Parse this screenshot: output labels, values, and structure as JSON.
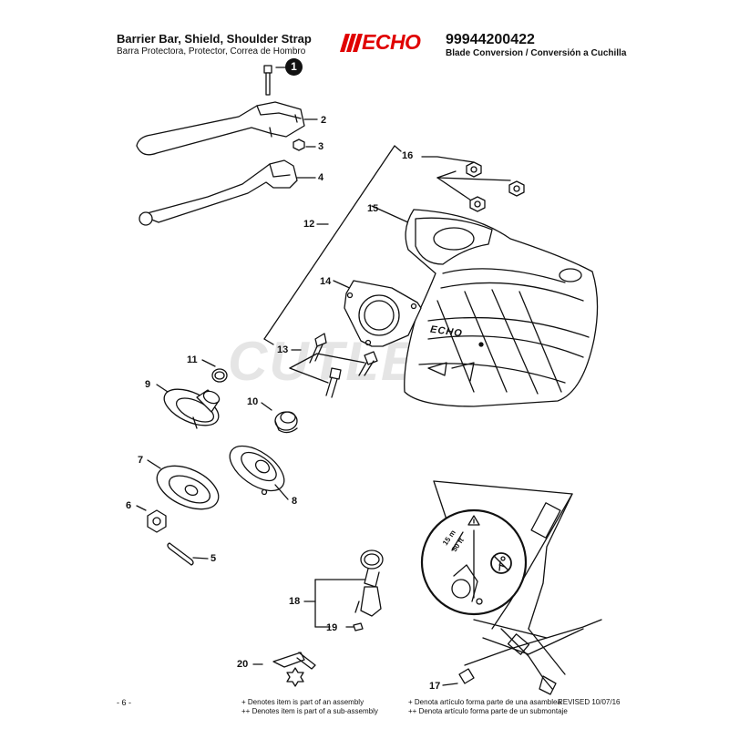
{
  "header": {
    "title": "Barrier Bar, Shield, Shoulder Strap",
    "subtitle": "Barra Protectora, Protector, Correa de Hombro",
    "brand": "ECHO",
    "part_number": "99944200422",
    "conversion": "Blade Conversion / Conversión a Cuchilla"
  },
  "callouts": {
    "c1": "1",
    "c2": "2",
    "c3": "3",
    "c4": "4",
    "c5": "5",
    "c6": "6",
    "c7": "7",
    "c8": "8",
    "c9": "9",
    "c10": "10",
    "c11": "11",
    "c12": "12",
    "c13": "13",
    "c14": "14",
    "c15": "15",
    "c16": "16",
    "c17": "17",
    "c18": "18",
    "c19": "19",
    "c20": "20"
  },
  "watermark": "CUTLER'S",
  "shield_brand": "ECHO",
  "warning_labels": {
    "distance_m": "15 m",
    "distance_ft": "50 ft"
  },
  "footer": {
    "page": "- 6 -",
    "note_assembly_en": "+ Denotes item is part of an assembly",
    "note_subassembly_en": "++ Denotes item is part of a sub-assembly",
    "note_assembly_es": "+ Denota artículo forma parte de una asamblea",
    "note_subassembly_es": "++ Denota artículo forma parte de un submontaje",
    "revised": "REVISED 10/07/16"
  },
  "colors": {
    "brand_red": "#e00000",
    "line": "#111111",
    "watermark": "#a0a0a0"
  }
}
